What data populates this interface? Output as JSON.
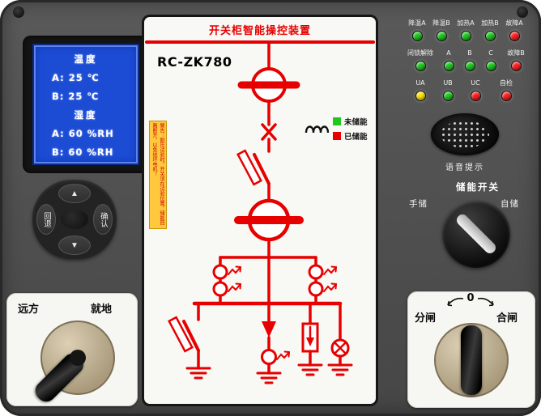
{
  "colors": {
    "accent_red": "#e60000",
    "lcd_blue": "#1c4cd4",
    "led_green": "#1dc91d",
    "led_red": "#ff1f1f",
    "led_yellow": "#ffe400",
    "warning_yellow": "#ffc83d",
    "panel_gray": "#4f4f4f"
  },
  "lcd": {
    "temp_title": "温度",
    "temp_a": "A:  25 ℃",
    "temp_b": "B:  25 ℃",
    "hum_title": "湿度",
    "hum_a": "A:  60 %RH",
    "hum_b": "B:  60 %RH"
  },
  "nav": {
    "up": "▲",
    "down": "▼",
    "back": "回退",
    "confirm": "确认"
  },
  "mimic": {
    "title": "开关柜智能操控装置",
    "model": "RC-ZK780",
    "legend": {
      "not_charged": "未储能",
      "charged": "已储能"
    },
    "warning": "警告：耐压试验时，开关须在试验位置，储能回路断开，以免烧坏电机！"
  },
  "leds": {
    "rows": [
      [
        {
          "label": "降温A",
          "color": "#1dc91d"
        },
        {
          "label": "降温B",
          "color": "#1dc91d"
        },
        {
          "label": "加热A",
          "color": "#1dc91d"
        },
        {
          "label": "加热B",
          "color": "#1dc91d"
        },
        {
          "label": "故障A",
          "color": "#ff1f1f"
        }
      ],
      [
        {
          "label": "闭锁解除",
          "color": "#1dc91d"
        },
        {
          "label": "A",
          "color": "#1dc91d"
        },
        {
          "label": "B",
          "color": "#1dc91d"
        },
        {
          "label": "C",
          "color": "#1dc91d"
        },
        {
          "label": "故障B",
          "color": "#ff1f1f"
        }
      ],
      [
        {
          "label": "UA",
          "color": "#ffe400"
        },
        {
          "label": "UB",
          "color": "#1dc91d"
        },
        {
          "label": "UC",
          "color": "#ff1f1f"
        },
        {
          "label": "自检",
          "color": "#ff1f1f"
        }
      ]
    ]
  },
  "speaker": {
    "label": "语音提示"
  },
  "switches": {
    "remote_local": {
      "left": "远方",
      "right": "就地"
    },
    "charge": {
      "title": "储能开关",
      "left": "手储",
      "right": "自储"
    },
    "open_close": {
      "left": "分闸",
      "right": "合闸",
      "zero": "0"
    }
  }
}
